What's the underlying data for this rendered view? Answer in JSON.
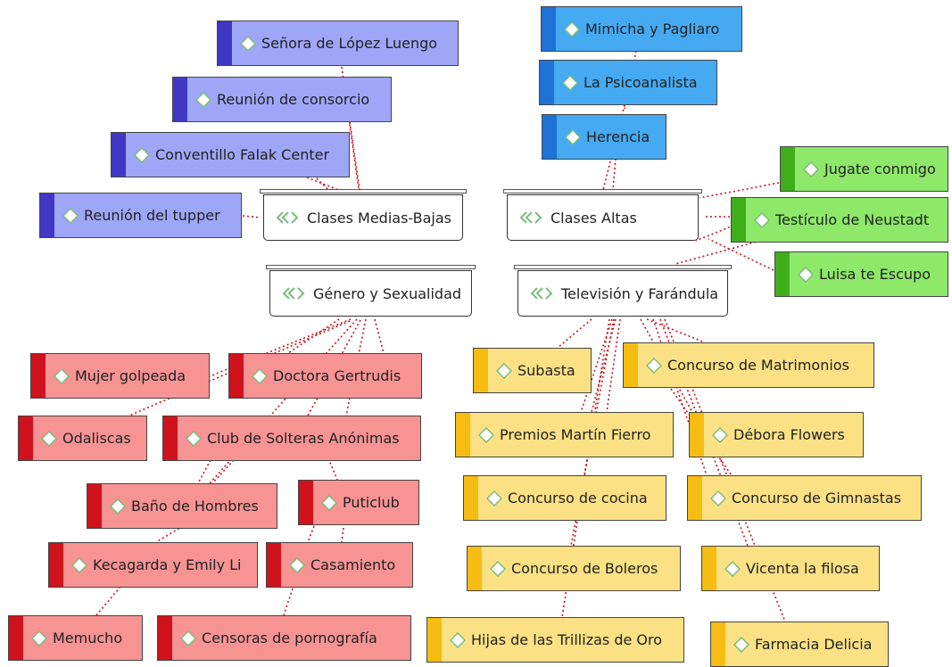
{
  "diagram": {
    "hubs": {
      "medias": "Clases Medias-Bajas",
      "altas": "Clases Altas",
      "genero": "Género y Sexualidad",
      "tv": "Televisión y Farándula"
    },
    "nodes": {
      "senora": "Señora de López Luengo",
      "reunion_consorcio": "Reunión de consorcio",
      "conventillo": "Conventillo Falak Center",
      "tupper": "Reunión del tupper",
      "mimicha": "Mimicha y Pagliaro",
      "psicoanalista": "La Psicoanalista",
      "herencia": "Herencia",
      "jugate": "Jugate conmigo",
      "testiculo": "Testículo de Neustadt",
      "luisa": "Luisa te Escupo",
      "mujer": "Mujer golpeada",
      "gertrudis": "Doctora Gertrudis",
      "odaliscas": "Odaliscas",
      "club": "Club de Solteras Anónimas",
      "bano": "Baño de Hombres",
      "puticlub": "Puticlub",
      "kecagarda": "Kecagarda y Emily Li",
      "casamiento": "Casamiento",
      "memucho": "Memucho",
      "censoras": "Censoras de pornografía",
      "subasta": "Subasta",
      "matrimonios": "Concurso de Matrimonios",
      "premios": "Premios Martín Fierro",
      "debora": "Débora Flowers",
      "cocina": "Concurso de cocina",
      "gimnastas": "Concurso de Gimnastas",
      "boleros": "Concurso de Boleros",
      "vicenta": "Vicenta la filosa",
      "hijas": "Hijas de las Trillizas de Oro",
      "farmacia": "Farmacia Delicia"
    },
    "colors": {
      "medias": "#9fa6f7",
      "altas_upper": "#45aaf2",
      "altas_lower": "#8ee86a",
      "genero": "#f79393",
      "tv": "#fce184",
      "link": "#c0141c"
    },
    "icons": {
      "node": "diamond-icon",
      "hub": "double-chevron-icon"
    }
  }
}
